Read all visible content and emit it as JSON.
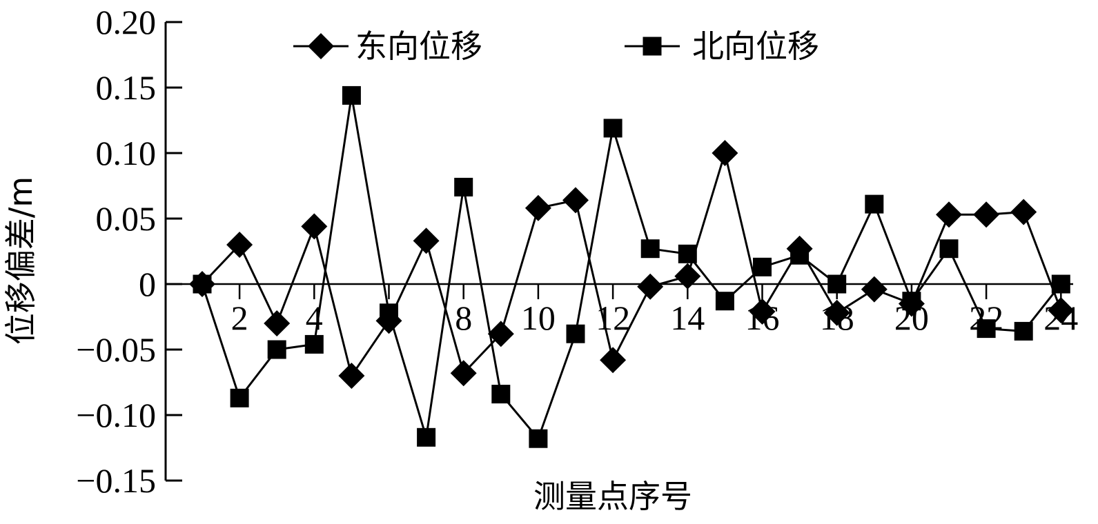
{
  "chart_data": {
    "type": "line",
    "title": "",
    "xlabel": "测量点序号",
    "ylabel": "位移偏差/m",
    "ylim": [
      -0.15,
      0.2
    ],
    "xlim": [
      1,
      24
    ],
    "x": [
      1,
      2,
      3,
      4,
      5,
      6,
      7,
      8,
      9,
      10,
      11,
      12,
      13,
      14,
      15,
      16,
      17,
      18,
      19,
      20,
      21,
      22,
      23,
      24
    ],
    "x_ticks": [
      2,
      4,
      6,
      8,
      10,
      12,
      14,
      16,
      18,
      20,
      22,
      24
    ],
    "x_tick_labels": [
      "2",
      "4",
      "6",
      "8",
      "10",
      "12",
      "14",
      "16",
      "18",
      "20",
      "22",
      "24"
    ],
    "y_ticks": [
      0.2,
      0.15,
      0.1,
      0.05,
      0,
      -0.05,
      -0.1,
      -0.15
    ],
    "y_tick_labels": [
      "0.20",
      "0.15",
      "0.10",
      "0.05",
      "0",
      "−0.05",
      "−0.10",
      "−0.15"
    ],
    "grid": false,
    "legend_position": "top",
    "series": [
      {
        "name": "东向位移",
        "marker": "diamond",
        "color": "#000000",
        "values": [
          0.0,
          0.03,
          -0.03,
          0.044,
          -0.07,
          -0.028,
          0.033,
          -0.068,
          -0.038,
          0.058,
          0.064,
          -0.058,
          -0.002,
          0.006,
          0.1,
          -0.021,
          0.027,
          -0.022,
          -0.004,
          -0.015,
          0.053,
          0.053,
          0.055,
          -0.02
        ]
      },
      {
        "name": "北向位移",
        "marker": "square",
        "color": "#000000",
        "values": [
          0.0,
          -0.087,
          -0.05,
          -0.046,
          0.144,
          -0.022,
          -0.117,
          0.074,
          -0.084,
          -0.118,
          -0.038,
          0.119,
          0.027,
          0.023,
          -0.013,
          0.013,
          0.022,
          0.0,
          0.061,
          -0.013,
          0.027,
          -0.034,
          -0.036,
          0.0
        ]
      }
    ]
  }
}
